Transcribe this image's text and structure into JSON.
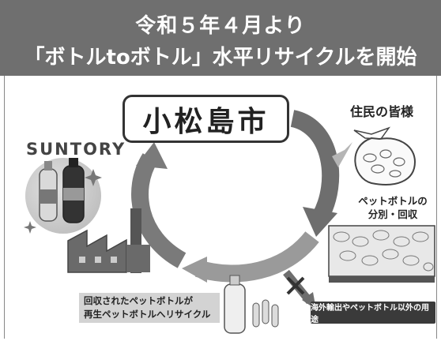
{
  "header": {
    "title_line1": "令和５年４月より",
    "title_line2": "「ボトルtoボトル」水平リサイクルを開始"
  },
  "diagram": {
    "city": "小松島市",
    "brand": "SUNTORY",
    "residents": "住民の皆様",
    "sorting_line1": "ペットボトルの",
    "sorting_line2": "分別・回収",
    "recycle_line1": "回収されたペットボトルが",
    "recycle_line2": "再生ペットボトルへリサイクル",
    "other_use": "海外輸出やペットボトル以外の用途"
  },
  "colors": {
    "header_bg": "#6f6f6f",
    "arrow_gray": "#6e6e6e",
    "arrow_light": "#b5b5b5"
  }
}
